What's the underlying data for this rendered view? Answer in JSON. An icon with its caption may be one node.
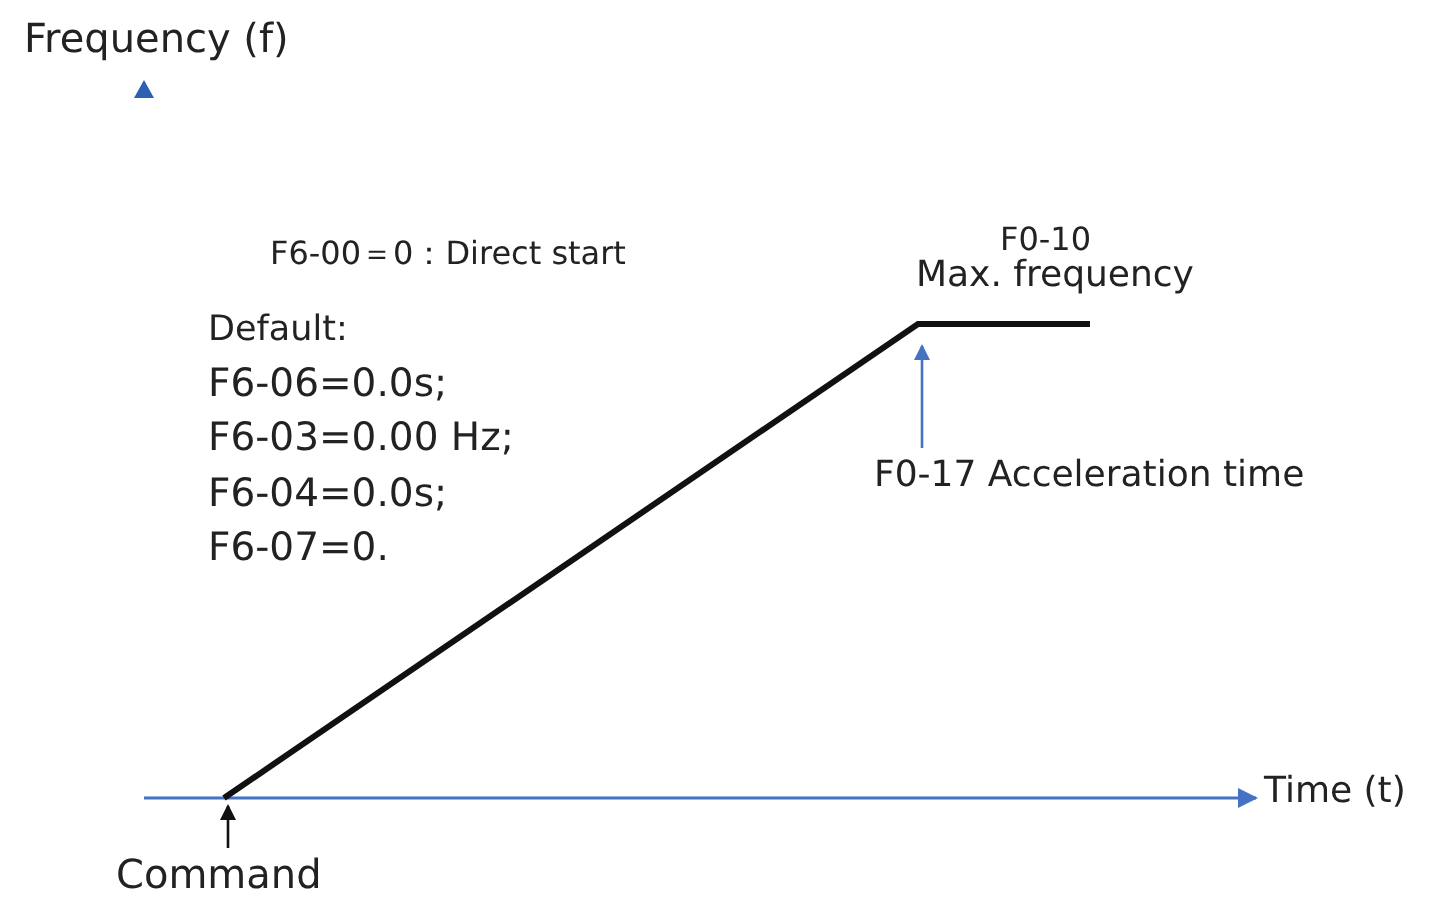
{
  "diagram": {
    "nodes": [
      {
        "text": [
          "Command"
        ]
      },
      {
        "text": [
          "F0-17 Acceleration time"
        ]
      }
    ],
    "edges": [
      {
        "from": 0,
        "to": null,
        "arrow": "to",
        "color": "#111111"
      },
      {
        "from": 1,
        "to": null,
        "arrow": "to",
        "color": "#4472c4"
      }
    ],
    "labels": [
      "Frequency (f)",
      "F6-00＝0：Direct start",
      "F0-10",
      "Max. frequency",
      "Default:",
      "F6-06=0.0s;",
      "F6-03=0.00 Hz;",
      "F6-04=0.0s;",
      "F6-07=0.",
      "Time (t)"
    ]
  }
}
